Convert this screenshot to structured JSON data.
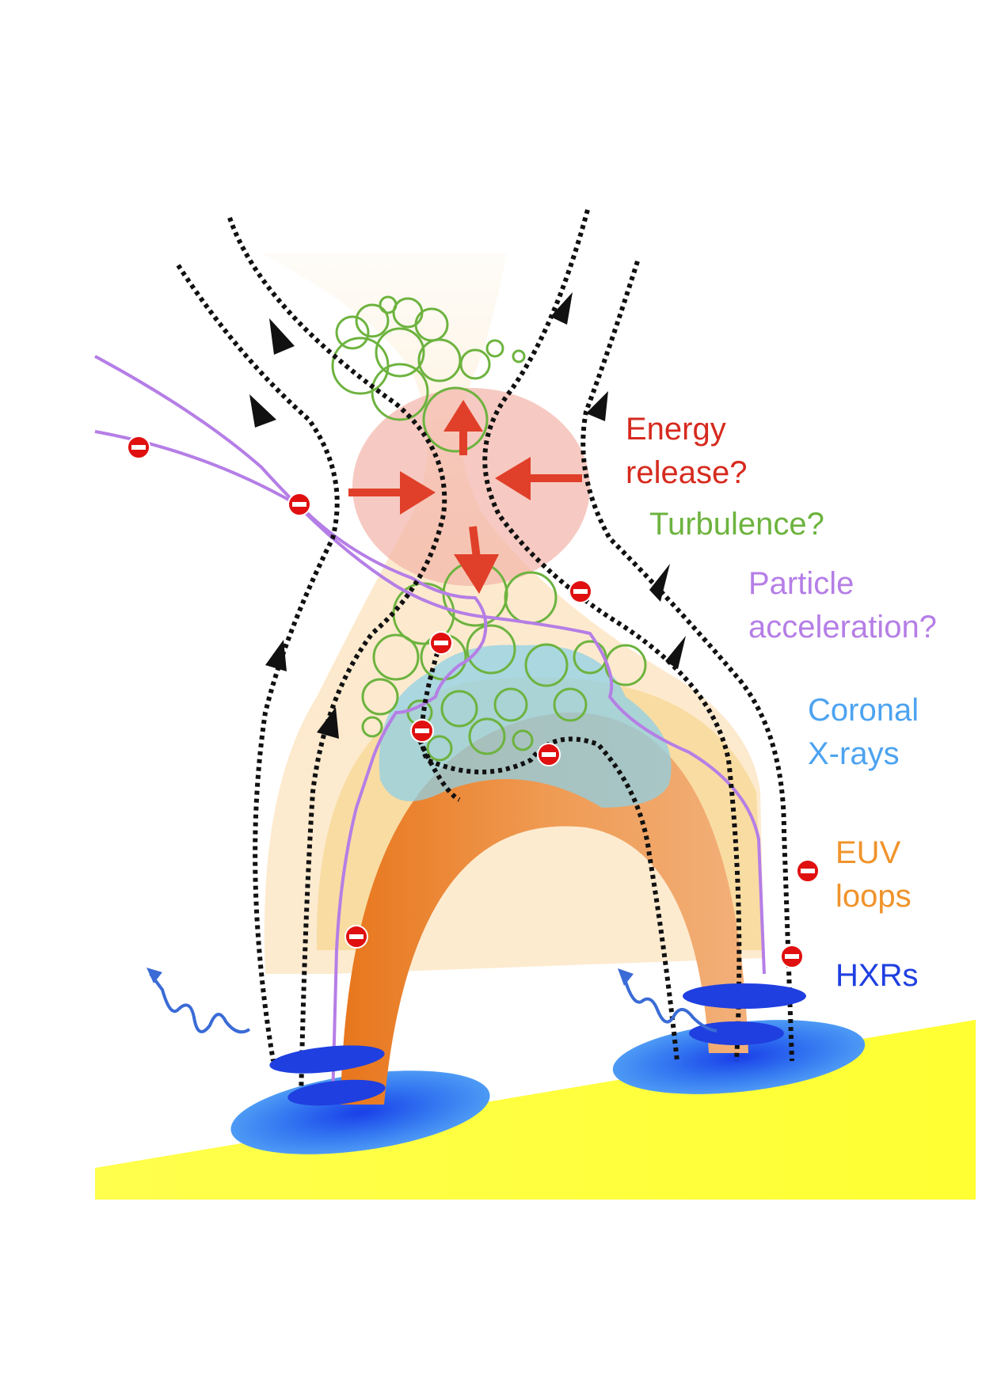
{
  "labels": {
    "energy_line1": "Energy",
    "energy_line2": "release?",
    "turbulence": "Turbulence?",
    "particle_line1": "Particle",
    "particle_line2": "acceleration?",
    "coronal_line1": "Coronal",
    "coronal_line2": "X-rays",
    "euv_line1": "EUV",
    "euv_line2": "loops",
    "hxr": "HXRs"
  },
  "colors": {
    "energy": "#d62a1e",
    "turbulence": "#6db33f",
    "particle": "#b57ee6",
    "coronal": "#4da3f0",
    "euv": "#f0932b",
    "hxr": "#1f3fe0",
    "surface": "#ffff33",
    "loop": "#ec7a1f",
    "field_line": "#111111",
    "electron": "#e01010"
  },
  "icons": [
    "electron-icon",
    "field-arrow-icon",
    "wave-photon-icon",
    "turbulence-bubble-icon"
  ]
}
